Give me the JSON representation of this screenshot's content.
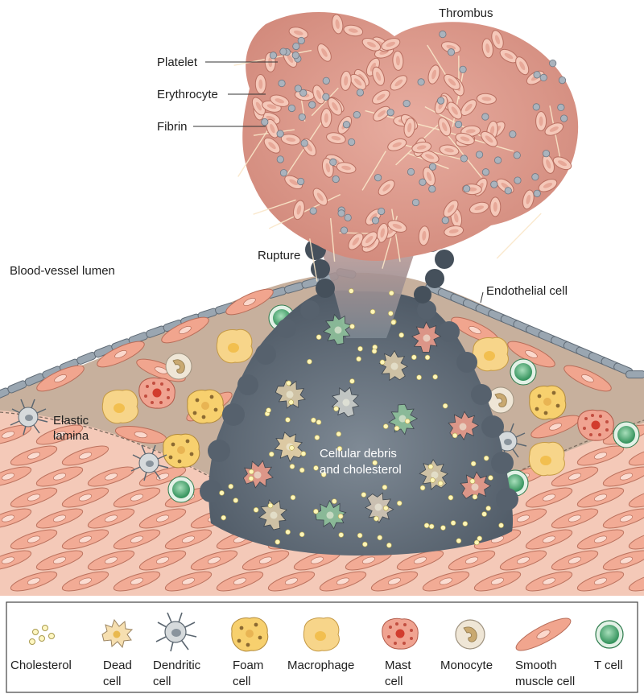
{
  "labels": {
    "thrombus": "Thrombus",
    "platelet": "Platelet",
    "erythrocyte": "Erythrocyte",
    "fibrin": "Fibrin",
    "rupture": "Rupture",
    "lumen": "Blood-vessel lumen",
    "endothelial": "Endothelial cell",
    "elastic_1": "Elastic",
    "elastic_2": "lamina",
    "core_1": "Cellular debris",
    "core_2": "and cholesterol"
  },
  "legend": [
    {
      "key": "cholesterol",
      "line1": "Cholesterol",
      "line2": ""
    },
    {
      "key": "dead",
      "line1": "Dead",
      "line2": "cell"
    },
    {
      "key": "dendritic",
      "line1": "Dendritic",
      "line2": "cell"
    },
    {
      "key": "foam",
      "line1": "Foam",
      "line2": "cell"
    },
    {
      "key": "macrophage",
      "line1": "Macrophage",
      "line2": ""
    },
    {
      "key": "mast",
      "line1": "Mast",
      "line2": "cell"
    },
    {
      "key": "monocyte",
      "line1": "Monocyte",
      "line2": ""
    },
    {
      "key": "smooth",
      "line1": "Smooth",
      "line2": "muscle cell"
    },
    {
      "key": "tcell",
      "line1": "T cell",
      "line2": ""
    }
  ],
  "colors": {
    "thrombus": "#d99588",
    "erythrocyte": "#f4c5b6",
    "platelet": "#aab3bd",
    "fibrin": "#f8e4c6",
    "necrotic_core": "#5f6c78",
    "smooth_muscle": "#f0a48c",
    "endothelium": "#8c9aa6",
    "intima": "#c9b4a3",
    "foam": "#f7cf72",
    "mast": "#e07a6a",
    "tcell": "#4aa873",
    "monocyte": "#efe6d6"
  }
}
